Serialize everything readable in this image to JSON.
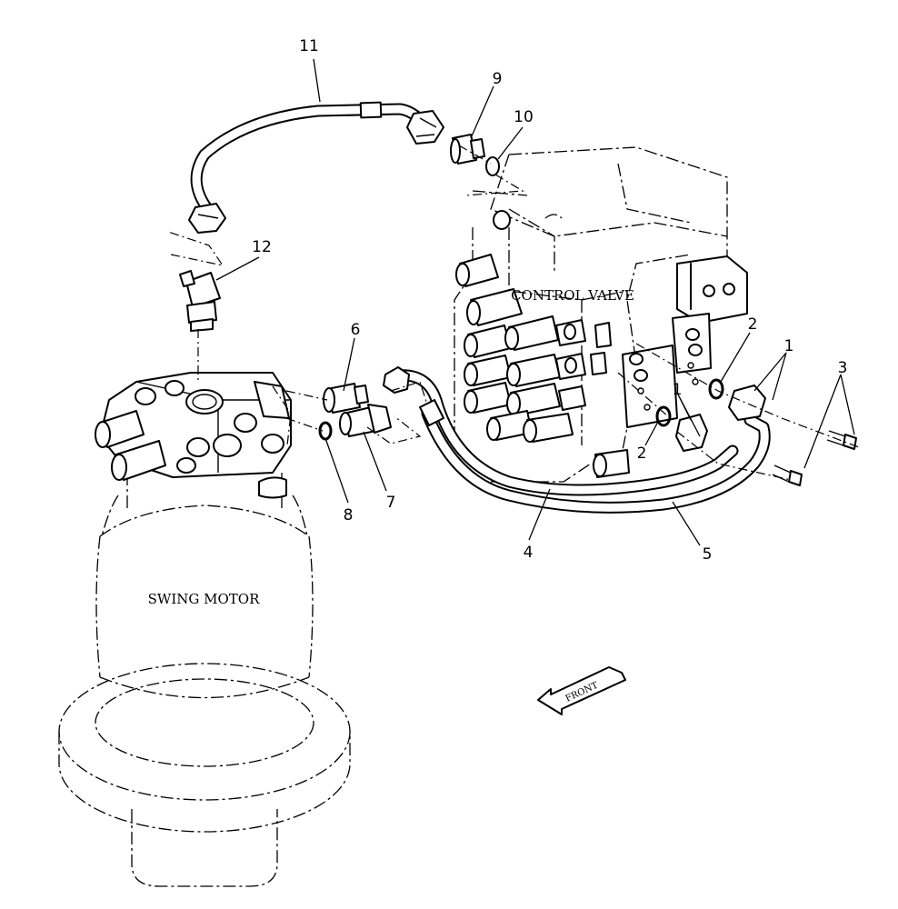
{
  "labels": {
    "control_valve": "CONTROL VALVE",
    "swing_motor": "SWING MOTOR",
    "front": "FRONT"
  },
  "callouts": {
    "c1a": "1",
    "c1b": "1",
    "c2a": "2",
    "c2b": "2",
    "c3": "3",
    "c4": "4",
    "c5": "5",
    "c6": "6",
    "c7": "7",
    "c8": "8",
    "c9": "9",
    "c10": "10",
    "c11": "11",
    "c12": "12"
  }
}
